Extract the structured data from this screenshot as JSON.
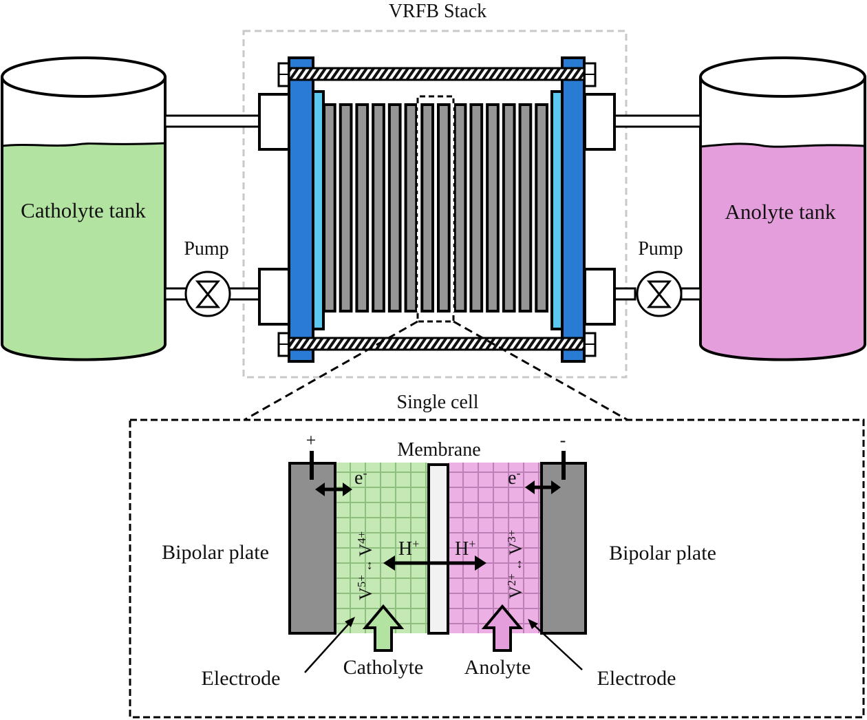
{
  "title": "VRFB Stack",
  "tanks": {
    "catholyte": {
      "label": "Catholyte tank",
      "color": "#b3e3a0"
    },
    "anolyte": {
      "label": "Anolyte tank",
      "color": "#e49edb"
    }
  },
  "pumps": {
    "left_label": "Pump",
    "right_label": "Pump"
  },
  "stack": {
    "endplate_color": "#2a7bd3",
    "collector_color": "#5bc8f0",
    "plate_color": "#969696",
    "plate_count": 14
  },
  "single_cell": {
    "title": "Single cell",
    "membrane_label": "Membrane",
    "plus_sign": "+",
    "minus_sign": "-",
    "electron_left": "e",
    "electron_right": "e",
    "electron_sup": "-",
    "reaction_left": {
      "a": "V",
      "a_sup": "5+",
      "arrow": "↔",
      "b": "V",
      "b_sup": "4+"
    },
    "reaction_right": {
      "a": "V",
      "a_sup": "2+",
      "arrow": "↔",
      "b": "V",
      "b_sup": "3+"
    },
    "proton_left": "H",
    "proton_right": "H",
    "proton_sup": "+",
    "bipolar_plate_left": "Bipolar plate",
    "bipolar_plate_right": "Bipolar plate",
    "electrode_left": "Electrode",
    "electrode_right": "Electrode",
    "catholyte_label": "Catholyte",
    "anolyte_label": "Anolyte",
    "catholyte_color": "#c4e9b4",
    "anolyte_color": "#ecb0e5",
    "grid_green": "#8fbf7f",
    "grid_pink": "#bd7fb5",
    "membrane_color": "#f2f2f2"
  }
}
